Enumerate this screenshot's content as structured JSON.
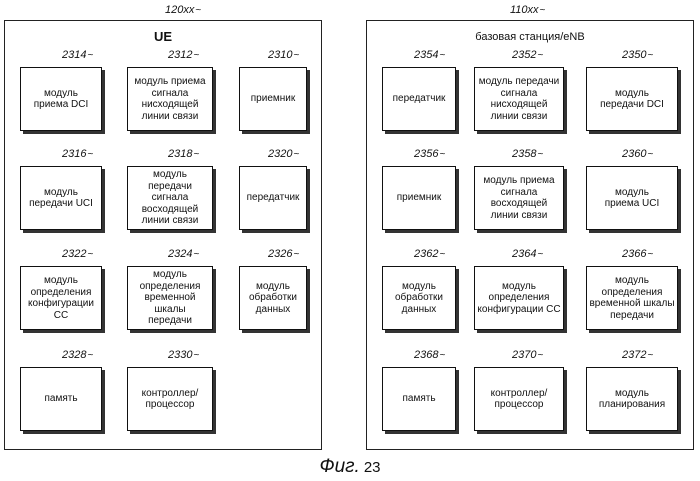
{
  "figure": {
    "caption_word": "Фиг.",
    "caption_number": "23"
  },
  "ue": {
    "ref": "120xx",
    "title": "UE",
    "boxes": [
      {
        "ref": "2314",
        "label": "модуль\nприема DCI"
      },
      {
        "ref": "2312",
        "label": "модуль приема\nсигнала\nнисходящей\nлинии связи"
      },
      {
        "ref": "2310",
        "label": "приемник"
      },
      {
        "ref": "2316",
        "label": "модуль\nпередачи UCI"
      },
      {
        "ref": "2318",
        "label": "модуль передачи\nсигнала\nвосходящей\nлинии связи"
      },
      {
        "ref": "2320",
        "label": "передатчик"
      },
      {
        "ref": "2322",
        "label": "модуль\nопределения\nконфигурации CC"
      },
      {
        "ref": "2324",
        "label": "модуль\nопределения\nвременной шкалы\nпередачи"
      },
      {
        "ref": "2326",
        "label": "модуль\nобработки\nданных"
      },
      {
        "ref": "2328",
        "label": "память"
      },
      {
        "ref": "2330",
        "label": "контроллер/\nпроцессор"
      }
    ]
  },
  "enb": {
    "ref": "110xx",
    "title": "базовая станция/eNB",
    "boxes": [
      {
        "ref": "2354",
        "label": "передатчик"
      },
      {
        "ref": "2352",
        "label": "модуль передачи\nсигнала\nнисходящей\nлинии связи"
      },
      {
        "ref": "2350",
        "label": "модуль\nпередачи DCI"
      },
      {
        "ref": "2356",
        "label": "приемник"
      },
      {
        "ref": "2358",
        "label": "модуль приема\nсигнала\nвосходящей\nлинии связи"
      },
      {
        "ref": "2360",
        "label": "модуль\nприема UCI"
      },
      {
        "ref": "2362",
        "label": "модуль\nобработки\nданных"
      },
      {
        "ref": "2364",
        "label": "модуль\nопределения\nконфигурации CC"
      },
      {
        "ref": "2366",
        "label": "модуль\nопределения\nвременной шкалы\nпередачи"
      },
      {
        "ref": "2368",
        "label": "память"
      },
      {
        "ref": "2370",
        "label": "контроллер/\nпроцессор"
      },
      {
        "ref": "2372",
        "label": "модуль\nпланирования"
      }
    ]
  }
}
